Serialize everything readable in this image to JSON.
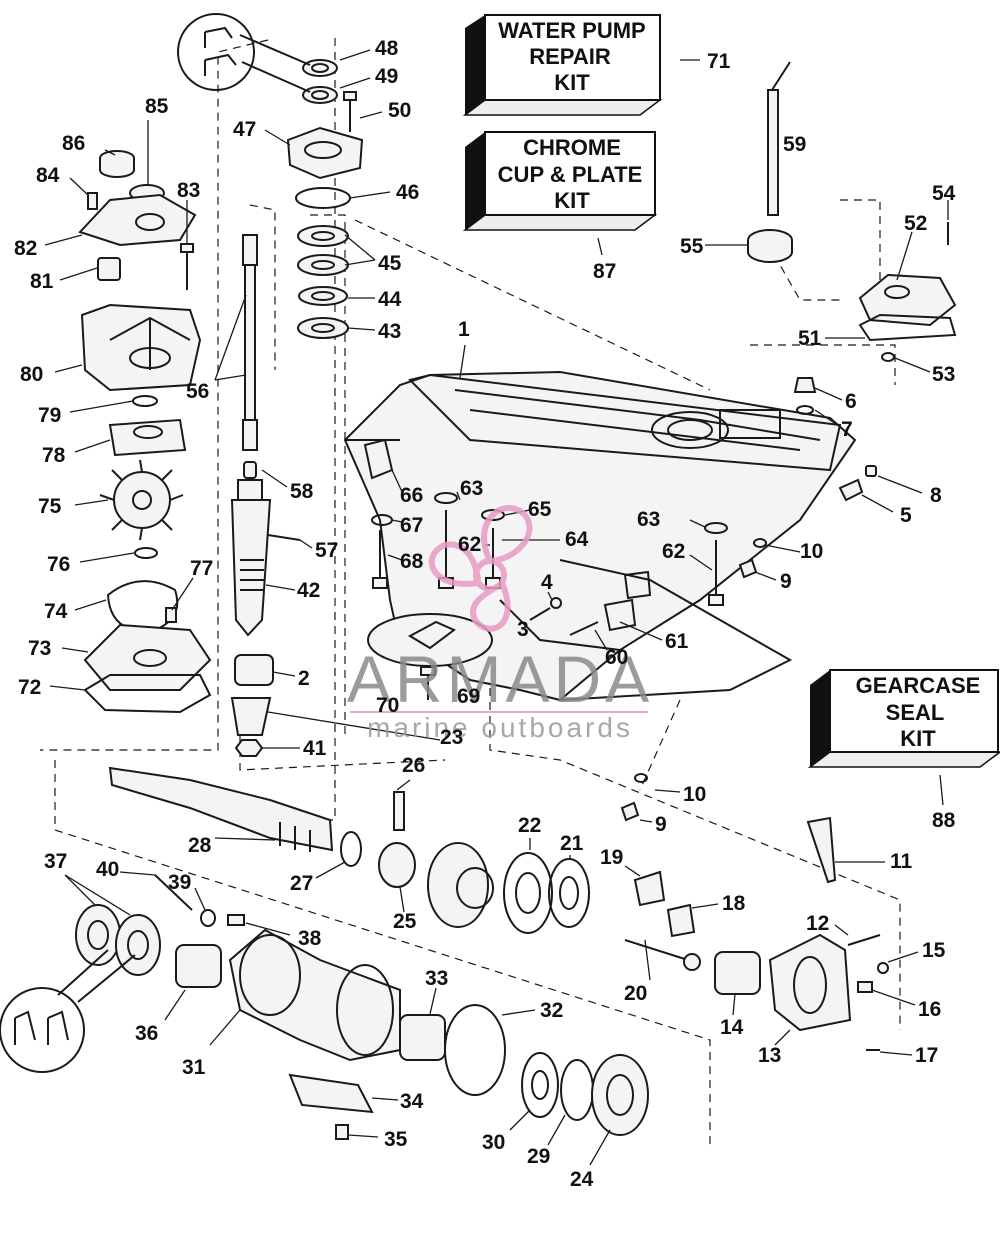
{
  "kits": [
    {
      "id": "water-pump-repair-kit",
      "lines": [
        "WATER PUMP",
        "REPAIR",
        "KIT"
      ],
      "ref": "71"
    },
    {
      "id": "chrome-cup-plate-kit",
      "lines": [
        "CHROME",
        "CUP & PLATE",
        "KIT"
      ],
      "ref": "87"
    },
    {
      "id": "gearcase-seal-kit",
      "lines": [
        "GEARCASE",
        "SEAL",
        "KIT"
      ],
      "ref": "88"
    }
  ],
  "watermark": {
    "brand": "ARMADA",
    "tagline": "marine outboards",
    "brand_color": "#e89ac4"
  },
  "callouts": [
    "48",
    "49",
    "50",
    "47",
    "46",
    "45",
    "44",
    "43",
    "86",
    "85",
    "84",
    "83",
    "82",
    "81",
    "80",
    "79",
    "78",
    "75",
    "76",
    "74",
    "77",
    "73",
    "72",
    "56",
    "58",
    "57",
    "42",
    "2",
    "41",
    "59",
    "55",
    "54",
    "52",
    "51",
    "53",
    "1",
    "6",
    "7",
    "8",
    "5",
    "66",
    "67",
    "68",
    "63",
    "65",
    "62",
    "64",
    "63",
    "62",
    "10",
    "9",
    "4",
    "3",
    "61",
    "60",
    "70",
    "69",
    "23",
    "26",
    "22",
    "21",
    "28",
    "27",
    "25",
    "19",
    "18",
    "37",
    "40",
    "39",
    "38",
    "36",
    "31",
    "33",
    "32",
    "34",
    "35",
    "30",
    "29",
    "24",
    "20",
    "14",
    "13",
    "12",
    "15",
    "16",
    "17",
    "11",
    "10",
    "9"
  ]
}
